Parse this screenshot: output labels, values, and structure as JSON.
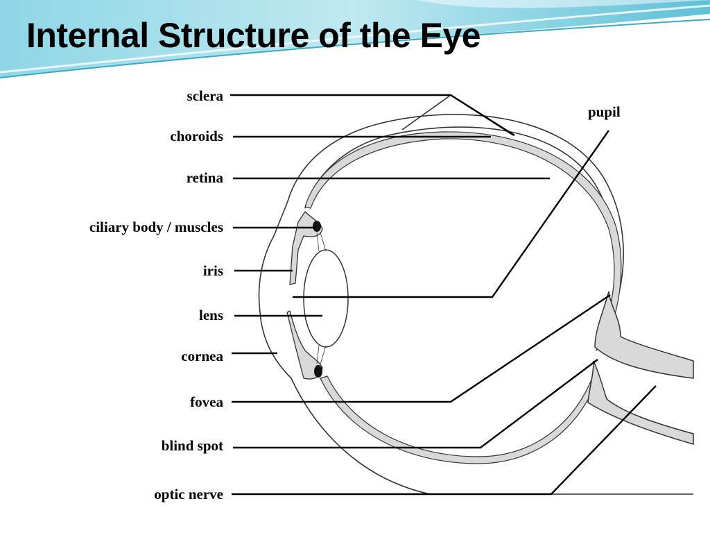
{
  "slide": {
    "title": "Internal Structure of the Eye"
  },
  "diagram": {
    "labels": {
      "sclera": "sclera",
      "choroids": "choroids",
      "retina": "retina",
      "ciliary_body": "ciliary body / muscles",
      "iris": "iris",
      "lens": "lens",
      "cornea": "cornea",
      "fovea": "fovea",
      "blind_spot": "blind spot",
      "optic_nerve": "optic nerve",
      "pupil": "pupil"
    }
  },
  "colors": {
    "title": "#000000",
    "swoosh_light": "#bfe6ef",
    "swoosh_mid": "#7fcfe0",
    "swoosh_dark": "#3aa9c8",
    "eye_fill": "#d9d9d9",
    "outline": "#333333",
    "leader": "#000000"
  }
}
